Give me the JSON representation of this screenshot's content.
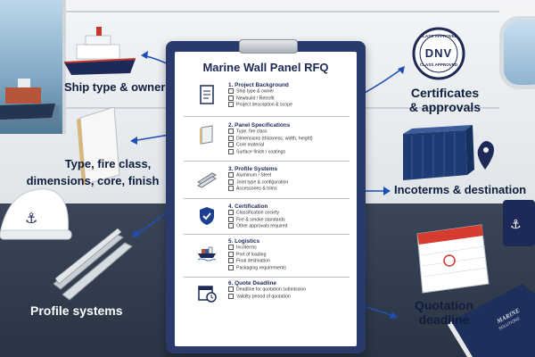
{
  "rfq": {
    "title": "Marine Wall Panel RFQ",
    "sections": [
      {
        "title": "1. Project Background",
        "items": [
          "Ship type & owner",
          "Newbuild / Retrofit",
          "Project description & scope"
        ]
      },
      {
        "title": "2. Panel Specifications",
        "items": [
          "Type, fire class",
          "Dimensions (thickness, width, height)",
          "Core material",
          "Surface finish / coatings"
        ]
      },
      {
        "title": "3. Profile Systems",
        "items": [
          "Aluminum / Steel",
          "Joint type & configuration",
          "Accessories & trims"
        ]
      },
      {
        "title": "4. Certification",
        "items": [
          "Classification society",
          "Fire & smoke standards",
          "Other approvals required"
        ]
      },
      {
        "title": "5. Logistics",
        "items": [
          "Incoterms",
          "Port of loading",
          "Final destination",
          "Packaging requirements"
        ]
      },
      {
        "title": "6. Quote Deadline",
        "items": [
          "Deadline for quotation submission",
          "Validity period of quotation"
        ]
      }
    ]
  },
  "callouts": {
    "ship": "Ship type & owner",
    "panel_line1": "Type, fire class,",
    "panel_line2": "dimensions, core, finish",
    "profiles": "Profile systems",
    "certs_line1": "Certificates",
    "certs_line2": "& approvals",
    "incoterms": "Incoterms & destination",
    "quote_line1": "Quotation",
    "quote_line2": "deadline"
  },
  "badge": {
    "top": "CLASS APPROVED",
    "center": "DNV",
    "bottom": "CLASS APPROVED"
  },
  "book": {
    "line1": "MARINE",
    "line2": "SOLUTIONS"
  },
  "colors": {
    "navy": "#1d2a57",
    "arrow": "#1f4fb5",
    "board": "#2a3a6b"
  }
}
